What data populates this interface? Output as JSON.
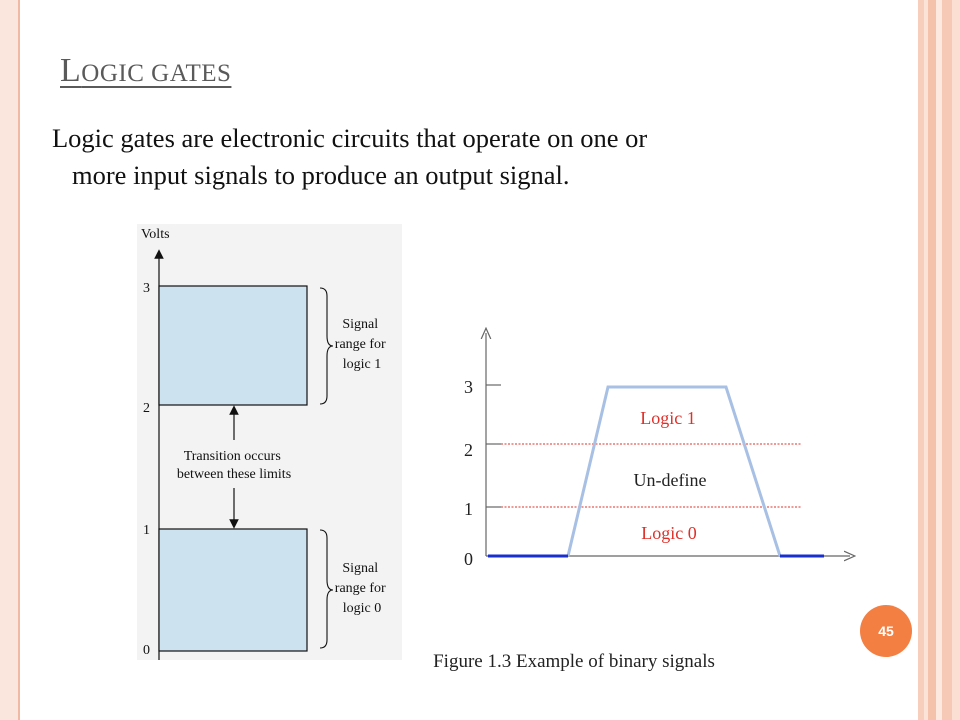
{
  "slide": {
    "title_first": "L",
    "title_rest": "OGIC GATES",
    "body_line1": "Logic gates are electronic circuits that operate on one or",
    "body_line2": "more input signals to produce an output signal.",
    "page_number": "45",
    "caption": "Figure 1.3 Example of binary signals"
  },
  "left_figure": {
    "axis_label": "Volts",
    "ticks": [
      "3",
      "2",
      "1",
      "0"
    ],
    "box_color": "#cce3ef",
    "logic1_label": [
      "Signal",
      "range for",
      "logic 1"
    ],
    "logic0_label": [
      "Signal",
      "range for",
      "logic 0"
    ],
    "transition_label": [
      "Transition occurs",
      "between these limits"
    ]
  },
  "right_figure": {
    "ticks": [
      "3",
      "2",
      "1",
      "0"
    ],
    "logic1": "Logic 1",
    "undefined": "Un-define",
    "logic0": "Logic 0",
    "label_color": "#e0302a",
    "signal_color": "#a8c0e4",
    "low_color": "#1a2fd0"
  },
  "colors": {
    "accent": "#f47f43",
    "frame": "#f0b9a4"
  }
}
